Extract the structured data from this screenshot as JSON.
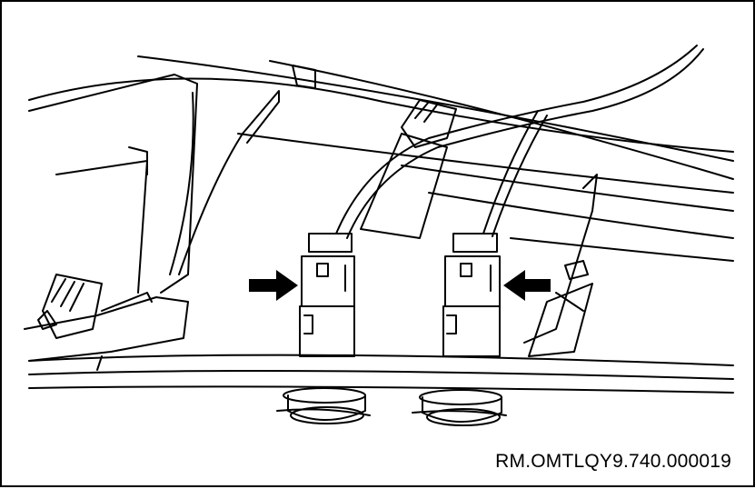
{
  "figure": {
    "reference_code": "RM.OMTLQY9.740.000019",
    "line_color": "#000000",
    "background_color": "#ffffff",
    "parts": [
      {
        "name": "trim-panel",
        "icon": "line-drawing"
      },
      {
        "name": "left-socket-connector",
        "icon": "connector"
      },
      {
        "name": "right-socket-connector",
        "icon": "connector"
      },
      {
        "name": "left-arrow-indicator",
        "icon": "arrow-right"
      },
      {
        "name": "right-arrow-indicator",
        "icon": "arrow-left"
      },
      {
        "name": "wire-harness",
        "icon": "cable"
      }
    ]
  }
}
